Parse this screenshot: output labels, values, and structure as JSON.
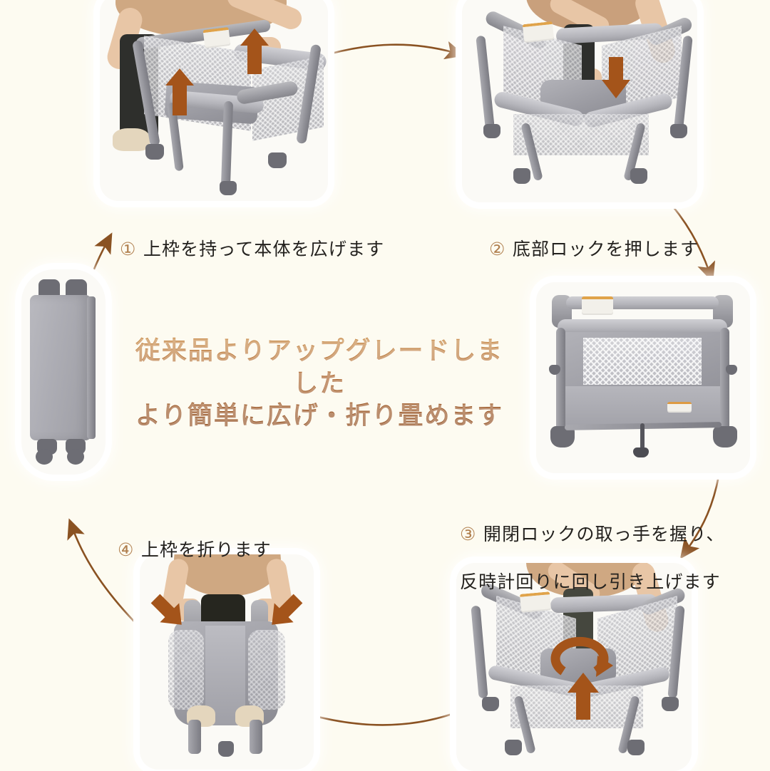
{
  "page": {
    "background_color": "#fdfbf1",
    "accent_color": "#8d4a1c",
    "arrow_color": "#8a5222",
    "motion_arrow_color": "#a4541a",
    "caption_color": "#23211e",
    "number_color": "#b07f4e"
  },
  "headline": {
    "line1": "従来品よりアップグレードしました",
    "line2": "より簡単に広げ・折り畳めます"
  },
  "steps": [
    {
      "id": "step-1",
      "number": "①",
      "text": "上枠を持って本体を広げます",
      "photo_name": "photo-step-1-expand-frame",
      "motion": "two-up-arrows"
    },
    {
      "id": "step-2",
      "number": "②",
      "text": "底部ロックを押します",
      "photo_name": "photo-step-2-press-bottom-lock",
      "motion": "down-arrow"
    },
    {
      "id": "step-3",
      "number": "③",
      "text_line1": "開閉ロックの取っ手を握り、",
      "text_line2": "反時計回りに回し引き上げます",
      "photo_name": "photo-step-3-twist-lock-handle",
      "motion": "rotate-ccw-and-up-arrow"
    },
    {
      "id": "step-4",
      "number": "④",
      "text": "上枠を折ります",
      "photo_name": "photo-step-4-fold-top-frame",
      "motion": "two-inward-arrows"
    }
  ],
  "product_photos": [
    {
      "id": "photo-folded",
      "name": "photo-folded-playpen",
      "description": "折り畳んだ本体"
    },
    {
      "id": "photo-assembled",
      "name": "photo-assembled-playpen",
      "description": "組み立て完成したベビーサークル"
    }
  ],
  "flow_arrows": [
    {
      "name": "arrow-folded-to-step-1",
      "from": "photo-folded",
      "to": "step-1"
    },
    {
      "name": "arrow-step-1-to-step-2",
      "from": "step-1",
      "to": "step-2"
    },
    {
      "name": "arrow-step-2-to-assembled",
      "from": "step-2",
      "to": "photo-assembled"
    },
    {
      "name": "arrow-assembled-to-step-3",
      "from": "photo-assembled",
      "to": "step-3"
    },
    {
      "name": "arrow-step-3-to-step-4",
      "from": "step-3",
      "to": "step-4"
    },
    {
      "name": "arrow-step-4-to-folded",
      "from": "step-4",
      "to": "photo-folded"
    }
  ]
}
